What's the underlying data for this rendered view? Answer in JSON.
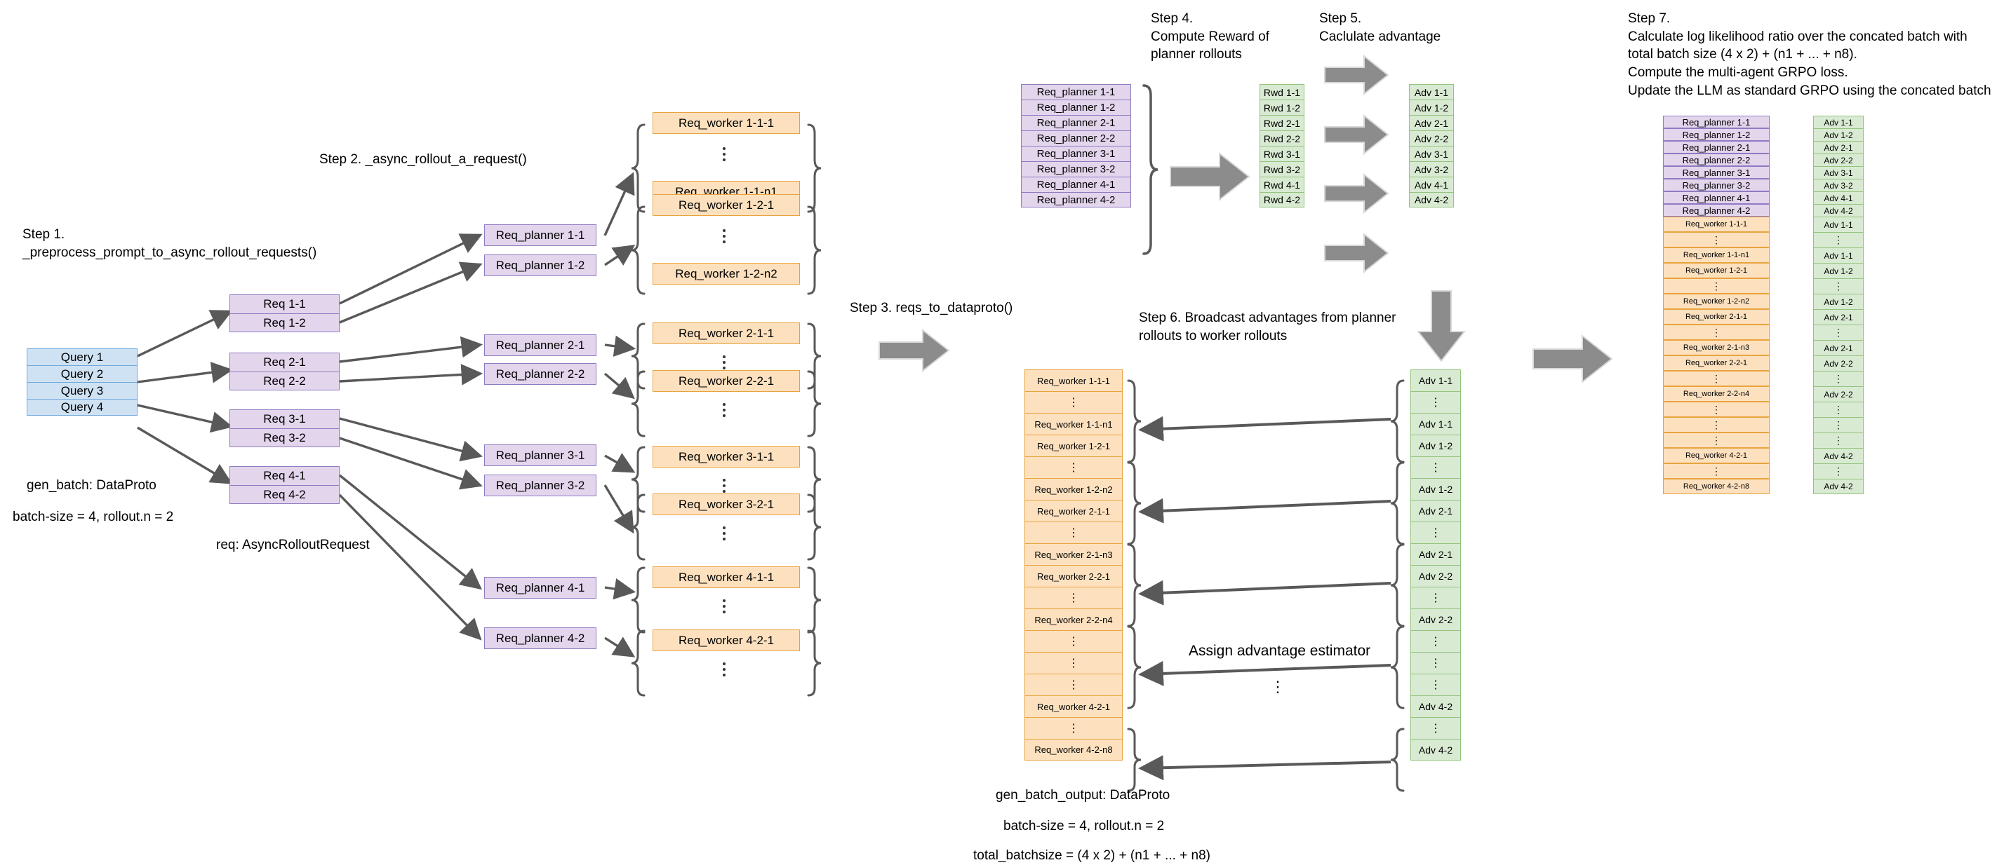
{
  "steps": {
    "step1": "Step 1.\n_preprocess_prompt_to_async_rollout_requests()",
    "step2": "Step 2. _async_rollout_a_request()",
    "step3": "Step 3. reqs_to_dataproto()",
    "step4": "Step 4.\nCompute Reward of\nplanner rollouts",
    "step5": "Step 5.\nCaclulate advantage",
    "step6": "Step 6. Broadcast advantages from planner\nrollouts to worker rollouts",
    "step7": "Step 7.\nCalculate log likelihood ratio over the concated batch with\ntotal batch size (4 x 2) + (n1 + ... + n8).\nCompute the multi-agent GRPO loss.\nUpdate the LLM as standard GRPO using the concated batch"
  },
  "captions": {
    "gen_batch": "gen_batch: DataProto",
    "gen_batch_params": "batch-size = 4, rollout.n = 2",
    "req_type": "req: AsyncRolloutRequest",
    "gen_batch_output": "gen_batch_output: DataProto",
    "gen_batch_output_params": "batch-size = 4, rollout.n = 2",
    "total_batchsize": "total_batchsize = (4 x 2) + (n1 + ... + n8)",
    "assign_adv": "Assign advantage estimator"
  },
  "queries": [
    "Query 1",
    "Query 2",
    "Query 3",
    "Query 4"
  ],
  "req_groups": [
    [
      "Req 1-1",
      "Req 1-2"
    ],
    [
      "Req 2-1",
      "Req 2-2"
    ],
    [
      "Req 3-1",
      "Req 3-2"
    ],
    [
      "Req 4-1",
      "Req 4-2"
    ]
  ],
  "planners": [
    "Req_planner 1-1",
    "Req_planner 1-2",
    "Req_planner 2-1",
    "Req_planner 2-2",
    "Req_planner 3-1",
    "Req_planner 3-2",
    "Req_planner 4-1",
    "Req_planner 4-2"
  ],
  "worker_groups": [
    {
      "first": "Req_worker 1-1-1",
      "last": "Req_worker 1-1-n1"
    },
    {
      "first": "Req_worker 1-2-1",
      "last": "Req_worker 1-2-n2"
    },
    {
      "first": "Req_worker 2-1-1",
      "last": ""
    },
    {
      "first": "Req_worker 2-2-1",
      "last": ""
    },
    {
      "first": "Req_worker 3-1-1",
      "last": ""
    },
    {
      "first": "Req_worker 3-2-1",
      "last": ""
    },
    {
      "first": "Req_worker 4-1-1",
      "last": ""
    },
    {
      "first": "Req_worker 4-2-1",
      "last": ""
    }
  ],
  "rewards": [
    "Rwd 1-1",
    "Rwd 1-2",
    "Rwd 2-1",
    "Rwd 2-2",
    "Rwd 3-1",
    "Rwd 3-2",
    "Rwd 4-1",
    "Rwd 4-2"
  ],
  "advantages": [
    "Adv 1-1",
    "Adv 1-2",
    "Adv 2-1",
    "Adv 2-2",
    "Adv 3-1",
    "Adv 3-2",
    "Adv 4-1",
    "Adv 4-2"
  ],
  "step6_workers": [
    "Req_worker 1-1-1",
    "⋮",
    "Req_worker 1-1-n1",
    "Req_worker 1-2-1",
    "⋮",
    "Req_worker 1-2-n2",
    "Req_worker 2-1-1",
    "⋮",
    "Req_worker 2-1-n3",
    "Req_worker 2-2-1",
    "⋮",
    "Req_worker 2-2-n4",
    "⋮",
    "⋮",
    "⋮",
    "Req_worker 4-2-1",
    "⋮",
    "Req_worker 4-2-n8"
  ],
  "step6_advantages": [
    "Adv 1-1",
    "⋮",
    "Adv 1-1",
    "Adv 1-2",
    "⋮",
    "Adv 1-2",
    "Adv 2-1",
    "⋮",
    "Adv 2-1",
    "Adv 2-2",
    "⋮",
    "Adv 2-2",
    "⋮",
    "⋮",
    "⋮",
    "Adv 4-2",
    "⋮",
    "Adv 4-2"
  ],
  "step7_left": [
    "Req_planner 1-1",
    "Req_planner 1-2",
    "Req_planner 2-1",
    "Req_planner 2-2",
    "Req_planner 3-1",
    "Req_planner 3-2",
    "Req_planner 4-1",
    "Req_planner 4-2",
    "Req_worker 1-1-1",
    "⋮",
    "Req_worker 1-1-n1",
    "Req_worker 1-2-1",
    "⋮",
    "Req_worker 1-2-n2",
    "Req_worker 2-1-1",
    "⋮",
    "Req_worker 2-1-n3",
    "Req_worker 2-2-1",
    "⋮",
    "Req_worker 2-2-n4",
    "⋮",
    "⋮",
    "⋮",
    "Req_worker 4-2-1",
    "⋮",
    "Req_worker 4-2-n8"
  ],
  "step7_right": [
    "Adv 1-1",
    "Adv 1-2",
    "Adv 2-1",
    "Adv 2-2",
    "Adv 3-1",
    "Adv 3-2",
    "Adv 4-1",
    "Adv 4-2",
    "Adv 1-1",
    "⋮",
    "Adv 1-1",
    "Adv 1-2",
    "⋮",
    "Adv 1-2",
    "Adv 2-1",
    "⋮",
    "Adv 2-1",
    "Adv 2-2",
    "⋮",
    "Adv 2-2",
    "⋮",
    "⋮",
    "⋮",
    "Adv 4-2",
    "⋮",
    "Adv 4-2"
  ],
  "colors": {
    "query": "#cfe2f3",
    "planner": "#e3d5ec",
    "worker": "#fde1bf",
    "reward": "#d9ead3",
    "advantage": "#d9ead3",
    "arrow": "#808080",
    "line": "#595959"
  }
}
